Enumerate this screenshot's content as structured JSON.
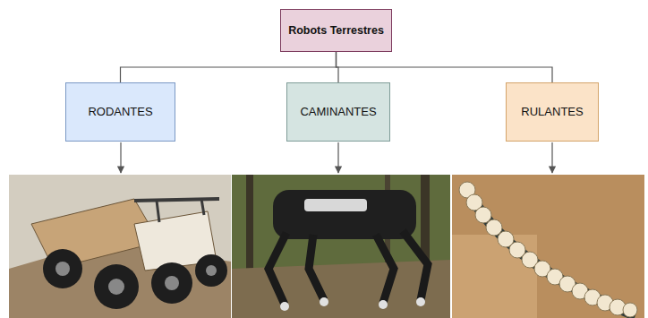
{
  "diagram": {
    "nodes": [
      {
        "text": [
          "Robots Terrestres"
        ]
      },
      {
        "text": [
          "RODANTES"
        ]
      },
      {
        "text": [
          "CAMINANTES"
        ]
      },
      {
        "text": [
          "RULANTES"
        ]
      }
    ],
    "edges": [
      {
        "from": 0,
        "to": 1,
        "arrow": "none"
      },
      {
        "from": 0,
        "to": 2,
        "arrow": "none"
      },
      {
        "from": 0,
        "to": 3,
        "arrow": "none"
      }
    ]
  }
}
